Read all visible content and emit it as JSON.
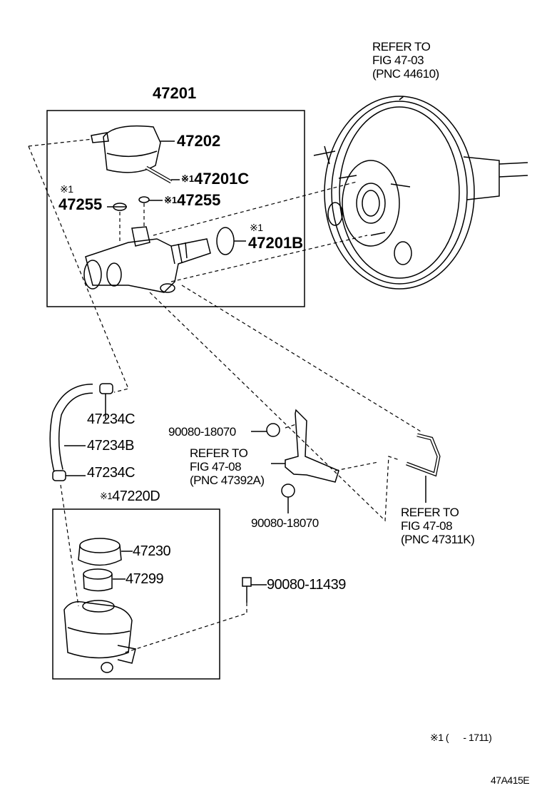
{
  "refer_booster": {
    "line1": "REFER TO",
    "line2": "FIG 47-03",
    "line3": "(PNC 44610)"
  },
  "master_cylinder_assy": "47201",
  "parts": {
    "reservoir": "47202",
    "plug_c": "47201C",
    "grommet_left": "47255",
    "grommet_right": "47255",
    "oring_b": "47201B",
    "clip_upper": "47234C",
    "hose": "47234B",
    "clip_lower": "47234C",
    "reservoir_sub": "47220D",
    "cap": "47230",
    "strainer": "47299",
    "bolt": "90080-11439",
    "nut_upper": "90080-18070",
    "nut_lower": "90080-18070"
  },
  "note_mark": "※1",
  "refer_bracket": {
    "line1": "REFER TO",
    "line2": "FIG 47-08",
    "line3": "(PNC 47392A)"
  },
  "refer_tube": {
    "line1": "REFER TO",
    "line2": "FIG 47-08",
    "line3": "(PNC 47311K)"
  },
  "footnote": {
    "mark": "※1",
    "range": "(      - 1711)"
  },
  "figure_code": "47A415E"
}
